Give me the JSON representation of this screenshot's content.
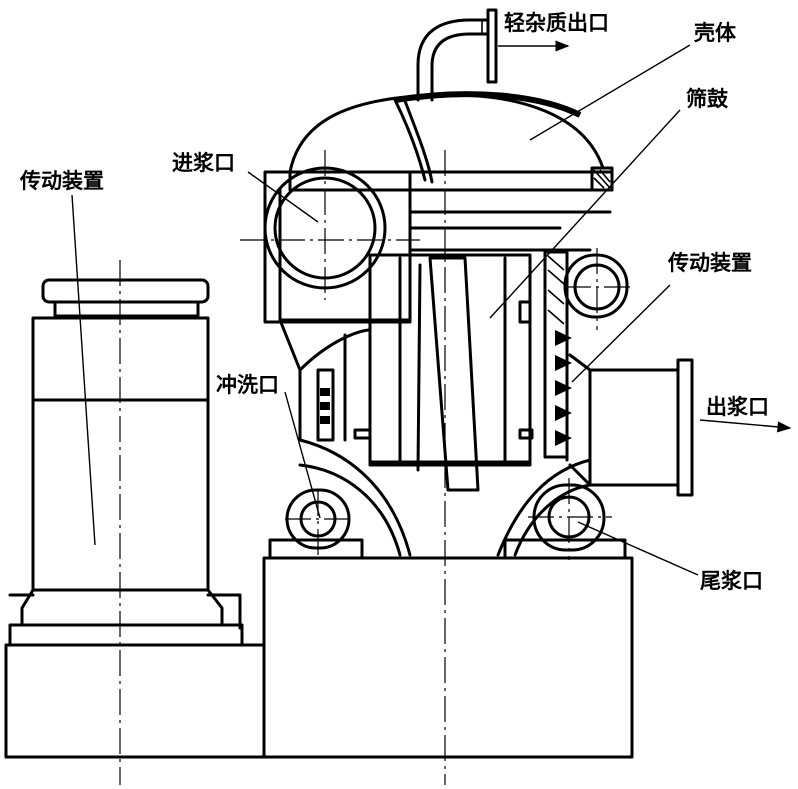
{
  "labels": {
    "light_impurity_outlet": "轻杂质出口",
    "shell": "壳体",
    "screen_drum": "筛鼓",
    "drive_left": "传动装置",
    "inlet": "进浆口",
    "drive_right": "传动装置",
    "flush_port": "冲洗口",
    "outlet": "出浆口",
    "tail_outlet": "尾浆口"
  }
}
